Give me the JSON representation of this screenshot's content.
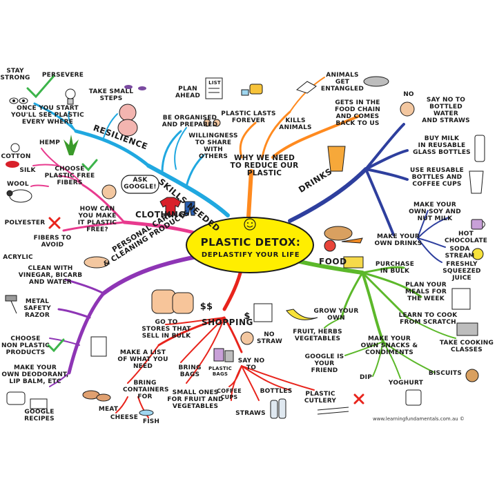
{
  "center": {
    "title": "PLASTIC DETOX:",
    "subtitle": "DEPLASTIFY YOUR LIFE"
  },
  "branches": {
    "why": "WHY WE NEED\nTO REDUCE OUR\nPLASTIC",
    "skills": "SKILLS NEEDED",
    "resilience": "RESILIENCE",
    "clothing": "CLOTHING",
    "personal_care": "PERSONAL CARE\n& CLEANING PRODUCTS",
    "shopping": "SHOPPING",
    "food": "FOOD",
    "drinks": "DRINKS"
  },
  "labels": {
    "stay_strong": "STAY\nSTRONG",
    "persevere": "PERSEVERE",
    "once_start": "ONCE YOU START\nYOU'LL SEE PLASTIC\nEVERY WHERE",
    "take_small_steps": "TAKE SMALL\nSTEPS",
    "plan_ahead": "PLAN\nAHEAD",
    "list_word": "LIST",
    "be_organised": "BE ORGANISED\nAND PREPARED",
    "willingness": "WILLINGNESS\nTO SHARE\nWITH\nOTHERS",
    "plastic_lasts": "PLASTIC LASTS\nFOREVER",
    "kills_animals": "KILLS\nANIMALS",
    "animals_entangled": "ANIMALS\nGET\nENTANGLED",
    "food_chain": "GETS IN THE\nFOOD CHAIN\nAND COMES\nBACK TO US",
    "no": "NO",
    "say_no_bottled": "SAY NO TO\nBOTTLED\nWATER\nAND STRAWS",
    "buy_milk": "BUY MILK\nIN REUSABLE\nGLASS BOTTLES",
    "use_reusable": "USE REUSABLE\nBOTTLES AND\nCOFFEE CUPS",
    "soy_milk": "MAKE YOUR\nOWN SOY AND\nNUT MILK",
    "make_drinks": "MAKE YOUR\nOWN DRINKS",
    "hot_chocolate": "HOT\nCHOCOLATE",
    "soda_stream": "SODA\nSTREAM",
    "fresh_juice": "FRESHLY\nSQUEEZED\nJUICE",
    "purchase_bulk": "PURCHASE\nIN BULK",
    "plan_meals": "PLAN YOUR\nMEALS FOR\nTHE WEEK",
    "learn_cook": "LEARN TO COOK\nFROM SCRATCH",
    "take_cooking": "TAKE COOKING\nCLASSES",
    "grow_own": "GROW YOUR\nOWN",
    "fruit_herbs": "FRUIT, HERBS\nVEGETABLES",
    "snacks": "MAKE YOUR\nOWN SNACKS &\nCONDIMENTS",
    "google_friend": "GOOGLE IS\nYOUR FRIEND",
    "biscuits": "BISCUITS",
    "dip": "DIP",
    "yoghurt": "YOGHURT",
    "hemp": "HEMP",
    "cotton": "COTTON",
    "silk": "SILK",
    "wool": "WOOL",
    "choose_free": "CHOOSE\nPLASTIC FREE\nFIBERS",
    "ask_google": "ASK\nGOOGLE!",
    "how_can": "HOW CAN\nYOU MAKE\nIT PLASTIC\nFREE?",
    "polyester": "POLYESTER",
    "fibers_avoid": "FIBERS TO\nAVOID",
    "acrylic": "ACRYLIC",
    "clean_vinegar": "CLEAN WITH\nVINEGAR, BICARB\nAND WATER",
    "metal_razor": "METAL\nSAFETY\nRAZOR",
    "non_plastic": "CHOOSE\nNON PLASTIC\nPRODUCTS",
    "deodorant": "MAKE YOUR\nOWN DEODORANT,\nLIP BALM, ETC",
    "google_recipes": "GOOGLE\nRECIPES",
    "go_stores": "GO TO\nSTORES THAT\nSELL IN BULK",
    "dollars": "$$",
    "dollar": "$",
    "no_straw": "NO\nSTRAW",
    "make_list": "MAKE A LIST\nOF WHAT YOU\nNEED",
    "bring_bags": "BRING\nBAGS",
    "say_no_to": "SAY NO\nTO",
    "plastic_bags": "PLASTIC\nBAGS",
    "bring_containers": "BRING\nCONTAINERS\nFOR",
    "small_ones": "SMALL ONES\nFOR FRUIT AND\nVEGETABLES",
    "coffee_cups": "COFFEE\nCUPS",
    "bottles": "BOTTLES",
    "plastic_cutlery": "PLASTIC\nCUTLERY",
    "straws": "STRAWS",
    "meat": "MEAT",
    "cheese": "CHEESE",
    "fish": "FISH"
  },
  "footer": {
    "url": "www.learningfundamentals.com.au ©"
  },
  "colors": {
    "center_fill": "#ffee00",
    "why": "#ff8a1f",
    "skills": "#20a8e0",
    "resilience": "#20a8e0",
    "clothing": "#e83a8e",
    "personal_care": "#8e35b5",
    "shopping": "#e8241c",
    "food": "#5cb82a",
    "drinks": "#2e3f9e"
  }
}
